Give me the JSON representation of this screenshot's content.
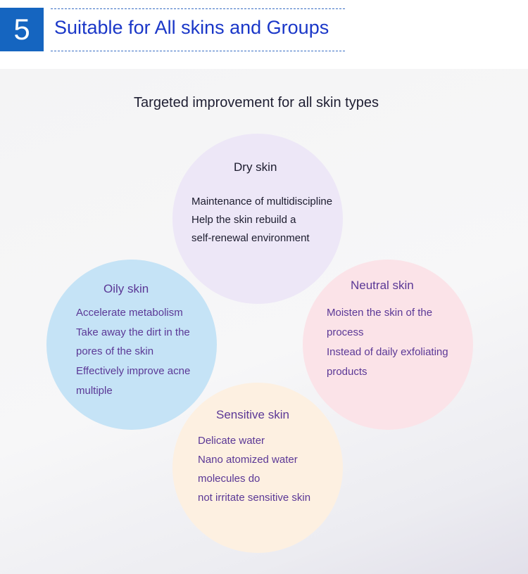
{
  "header": {
    "number": "5",
    "title": "Suitable for All skins and Groups"
  },
  "subtitle": "Targeted improvement for all skin types",
  "circles": {
    "dry": {
      "title": "Dry skin",
      "lines": [
        "Maintenance of multidiscipline",
        "Help the skin rebuild a",
        "self-renewal environment"
      ],
      "color": "#ede7f7"
    },
    "oily": {
      "title": "Oily skin",
      "lines": [
        "Accelerate metabolism",
        "Take away the dirt in the",
        "pores of the skin",
        "Effectively improve acne",
        "multiple"
      ],
      "color": "#c5e3f6"
    },
    "neutral": {
      "title": "Neutral skin",
      "lines": [
        "Moisten the skin of the",
        "process",
        "Instead of daily exfoliating",
        "products"
      ],
      "color": "#fbe3e8"
    },
    "sensitive": {
      "title": "Sensitive skin",
      "lines": [
        "Delicate water",
        "Nano atomized water",
        "molecules do",
        "not irritate sensitive skin"
      ],
      "color": "#fdf0e1"
    }
  },
  "colors": {
    "accent": "#1565c0",
    "title_text": "#1a37c8",
    "body_text": "#5b3896"
  }
}
